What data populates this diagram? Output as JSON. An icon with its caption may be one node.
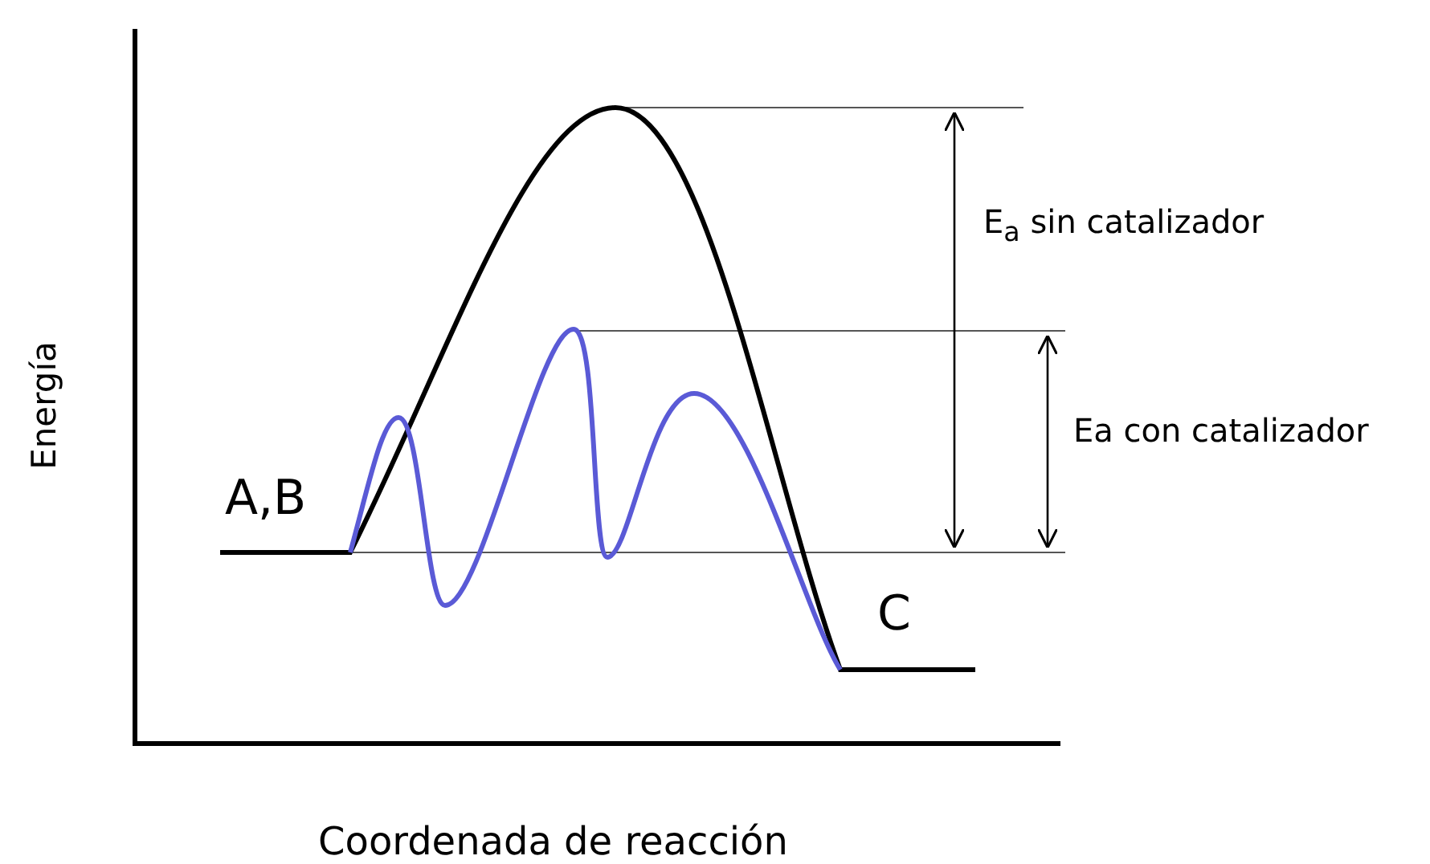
{
  "diagram": {
    "labels": [
      "Energía",
      "A,B",
      "C",
      "E$_{a}$ sin catalizador",
      "Ea con catalizador",
      "Coordenada de reacción"
    ]
  }
}
